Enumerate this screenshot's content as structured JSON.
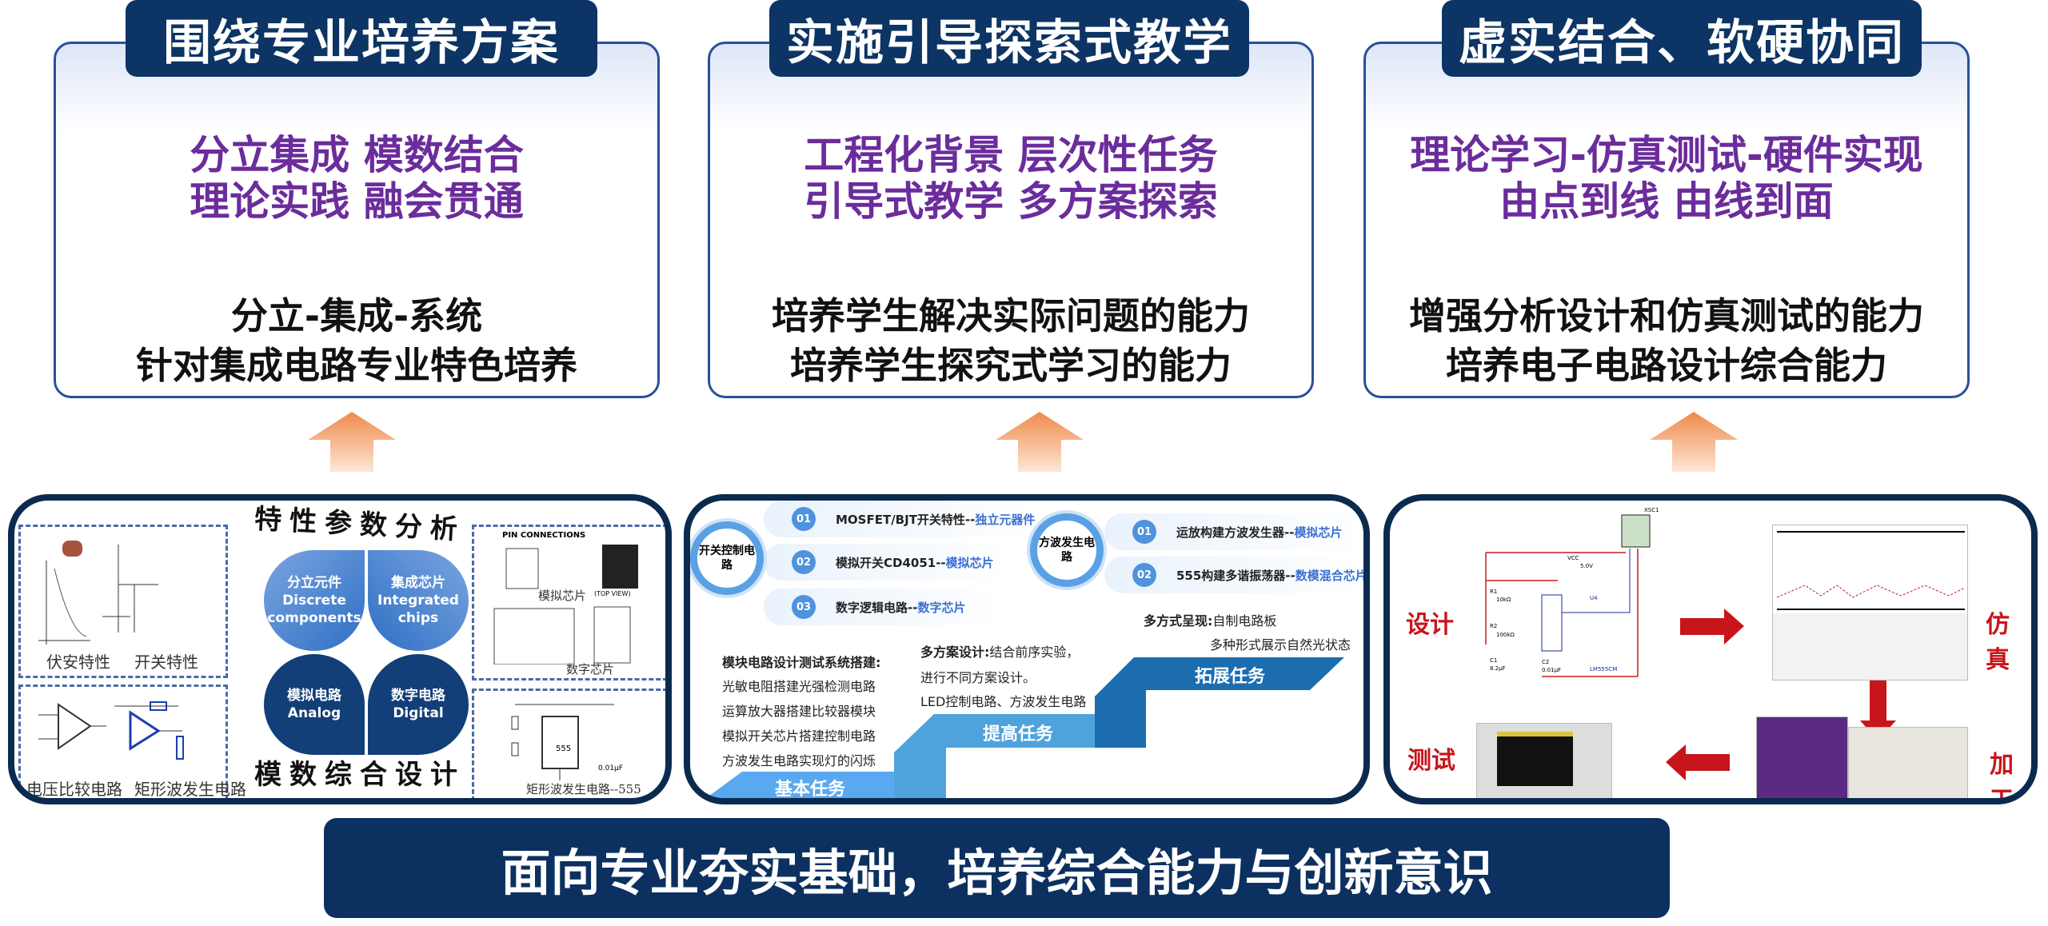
{
  "cards": [
    {
      "title": "围绕专业培养方案",
      "highlights": [
        "分立集成 模数结合",
        "理论实践 融会贯通"
      ],
      "outcomes": [
        "分立-集成-系统",
        "针对集成电路专业特色培养"
      ]
    },
    {
      "title": "实施引导探索式教学",
      "highlights": [
        "工程化背景 层次性任务",
        "引导式教学 多方案探索"
      ],
      "outcomes": [
        "培养学生解决实际问题的能力",
        "培养学生探究式学习的能力"
      ]
    },
    {
      "title": "虚实结合、软硬协同",
      "highlights": [
        "理论学习-仿真测试-硬件实现",
        "由点到线 由线到面"
      ],
      "outcomes": [
        "增强分析设计和仿真测试的能力",
        "培养电子电路设计综合能力"
      ]
    }
  ],
  "left_panel": {
    "arc_top": "特性参数分析",
    "arc_bottom": "模数综合设计",
    "petals": [
      {
        "cn": "分立元件",
        "en": "Discrete components"
      },
      {
        "cn": "集成芯片",
        "en": "Integrated chips"
      },
      {
        "cn": "模拟电路",
        "en": "Analog"
      },
      {
        "cn": "数字电路",
        "en": "Digital"
      }
    ],
    "captions": [
      "伏安特性",
      "开关特性",
      "电压比较电路",
      "矩形波发生电路",
      "模拟芯片",
      "数字芯片",
      "矩形波发生电路--555"
    ],
    "figure_labels": [
      "PIN CONNECTIONS",
      "(TOP VIEW)",
      "555",
      "0.01μF"
    ]
  },
  "middle_panel": {
    "group1": {
      "center": "开关控制电路",
      "items": [
        {
          "num": "01",
          "text": "MOSFET/BJT开关特性--",
          "tag": "独立元器件"
        },
        {
          "num": "02",
          "text": "模拟开关CD4051--",
          "tag": "模拟芯片"
        },
        {
          "num": "03",
          "text": "数字逻辑电路--",
          "tag": "数字芯片"
        }
      ]
    },
    "group2": {
      "center": "方波发生电路",
      "items": [
        {
          "num": "01",
          "text": "运放构建方波发生器--",
          "tag": "模拟芯片"
        },
        {
          "num": "02",
          "text": "555构建多谐振荡器--",
          "tag": "数模混合芯片"
        }
      ]
    },
    "basic": {
      "heading": "模块电路设计测试系统搭建:",
      "lines": [
        "光敏电阻搭建光强检测电路",
        "运算放大器搭建比较器模块",
        "模拟开关芯片搭建控制电路",
        "方波发生电路实现灯的闪烁"
      ],
      "step": "基本任务"
    },
    "improve": {
      "heading": "多方案设计:",
      "text": "结合前序实验，",
      "lines": [
        "进行不同方案设计。",
        "LED控制电路、方波发生电路"
      ],
      "step": "提高任务"
    },
    "extend": {
      "heading": "多方式呈现:",
      "text": "自制电路板",
      "lines": [
        "多种形式展示自然光状态"
      ],
      "step": "拓展任务"
    }
  },
  "right_panel": {
    "labels": {
      "design": "设计",
      "simulate": "仿真",
      "fabricate": "加工",
      "test": "测试"
    },
    "schematic_labels": [
      "XSC1",
      "VCC",
      "5.0V",
      "R1",
      "10kΩ",
      "R2",
      "100kΩ",
      "C1",
      "8.2μF",
      "C2",
      "0.01μF",
      "U4",
      "LM555CM"
    ]
  },
  "banner": "面向专业夯实基础，培养综合能力与创新意识",
  "colors": {
    "navy": "#0c3464",
    "purple": "#6b2c9c",
    "red_arrow": "#c8151b",
    "orange_arrow": "#f08a4b"
  }
}
